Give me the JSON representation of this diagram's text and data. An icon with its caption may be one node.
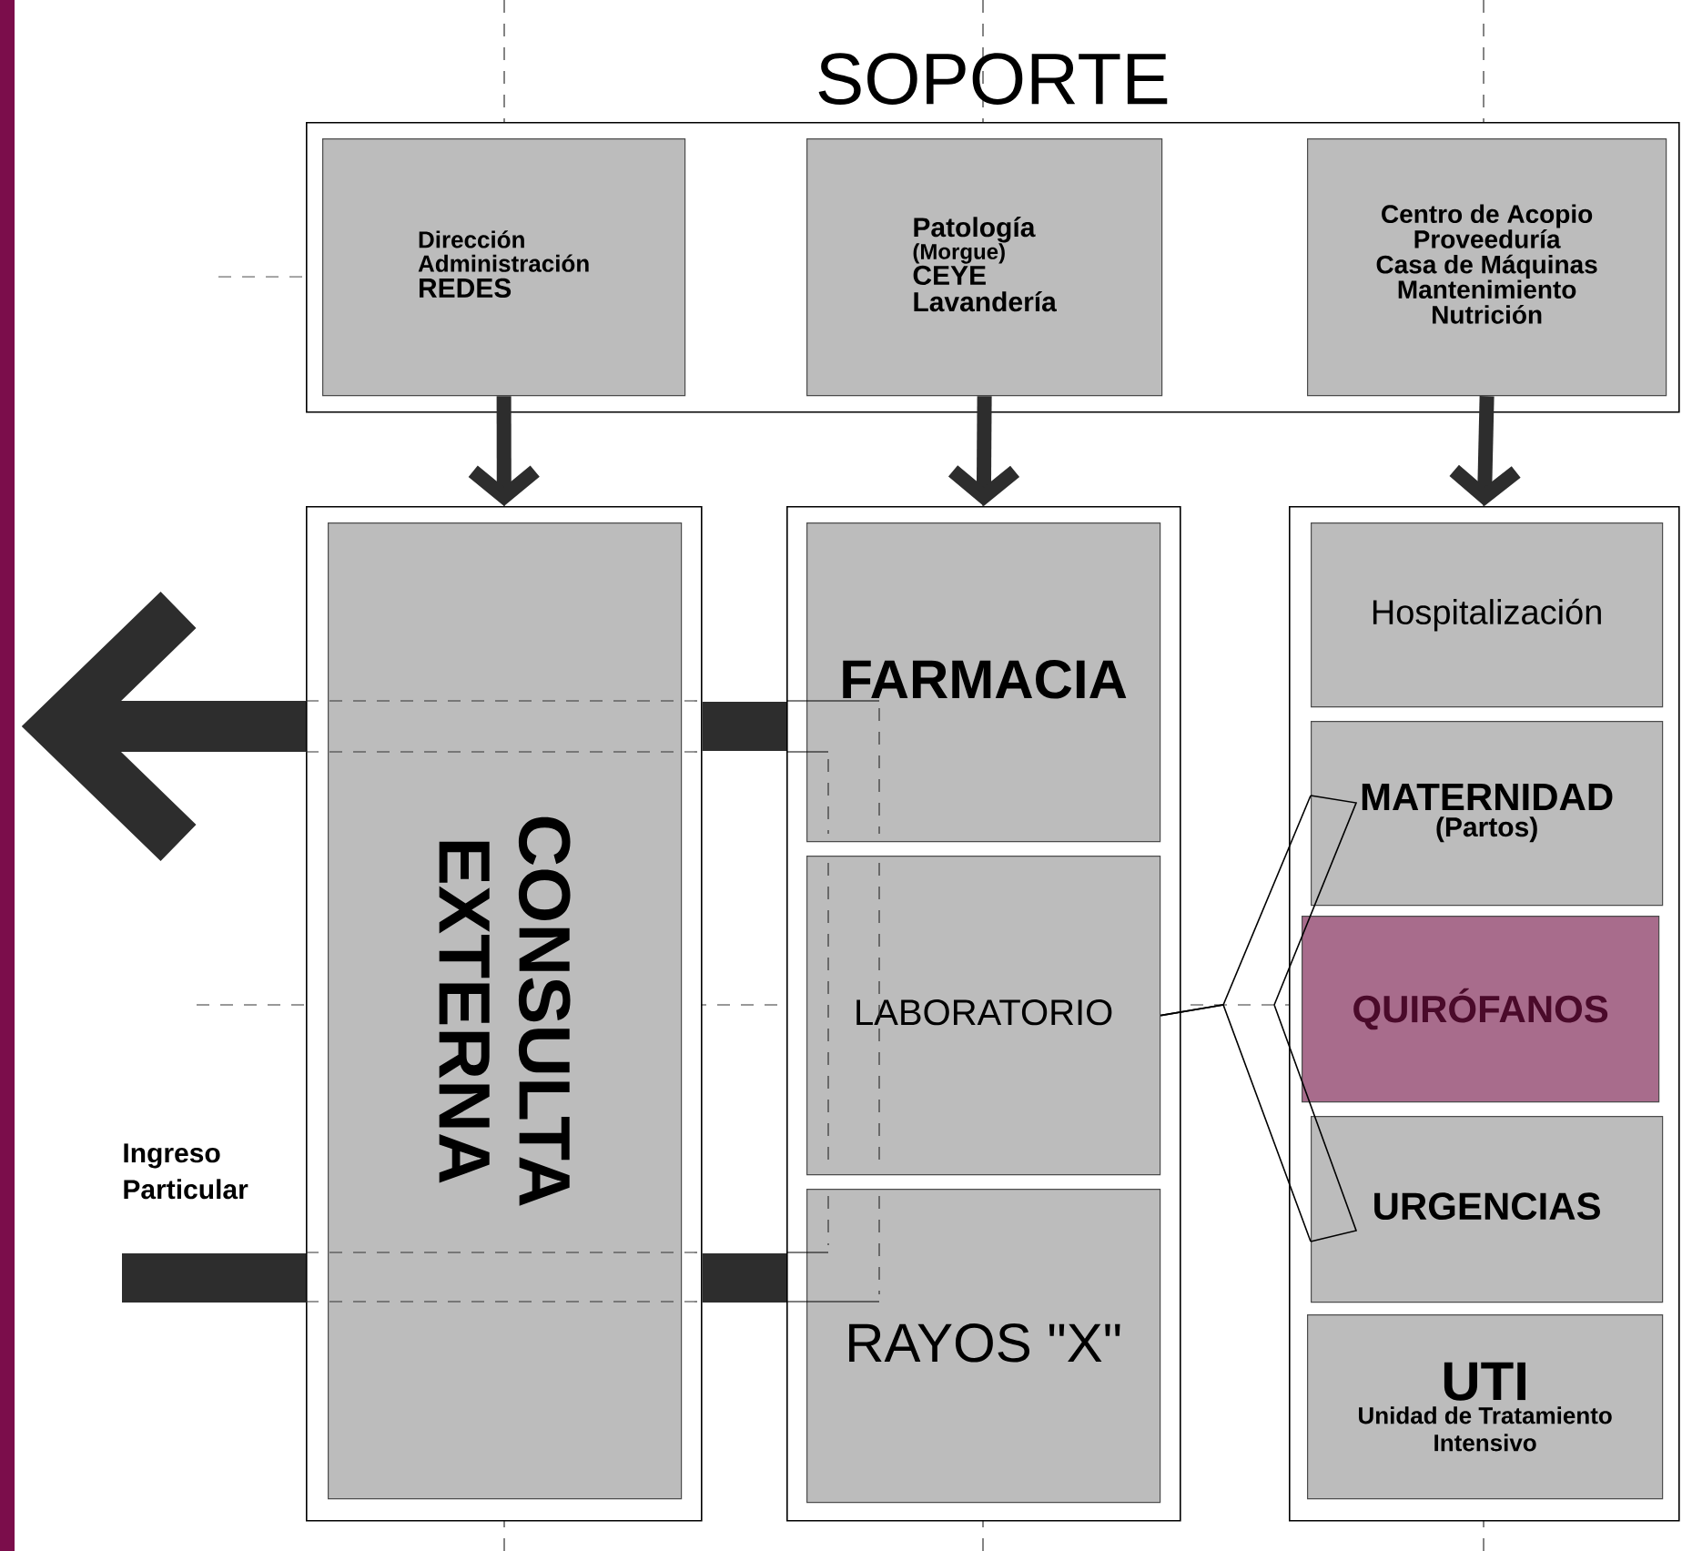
{
  "diagram": {
    "nodes": [
      {
        "text": [
          "SOPORTE"
        ]
      },
      {
        "text": [
          "Dirección",
          "Administración",
          "REDES"
        ],
        "in": 0
      },
      {
        "text": [
          "Patología",
          "(Morgue)",
          "CEYE",
          "Lavandería"
        ],
        "in": 0
      },
      {
        "text": [
          "Centro de Acopio",
          "Proveeduría",
          "Casa de Máquinas",
          "Mantenimiento",
          "Nutrición"
        ],
        "in": 0
      },
      {
        "text": [],
        "shape": "box"
      },
      {
        "text": [
          "CONSULTA EXTERNA"
        ],
        "in": 4
      },
      {
        "text": [],
        "shape": "box"
      },
      {
        "text": [
          "FARMACIA"
        ],
        "in": 6
      },
      {
        "text": [
          "LABORATORIO"
        ],
        "in": 6
      },
      {
        "text": [
          "RAYOS \"X\""
        ],
        "in": 6
      },
      {
        "text": [],
        "shape": "box"
      },
      {
        "text": [
          "Hospitalización"
        ],
        "in": 10
      },
      {
        "text": [
          "MATERNIDAD",
          "(Partos)"
        ],
        "in": 10
      },
      {
        "text": [
          "QUIRÓFANOS"
        ],
        "in": 10
      },
      {
        "text": [
          "URGENCIAS"
        ],
        "in": 10
      },
      {
        "text": [
          "UTI",
          "Unidad de Tratamiento Intensivo"
        ],
        "in": 10
      },
      {
        "text": [
          "Ingreso Particular"
        ]
      }
    ],
    "edges": [
      {
        "from": 1,
        "to": 4,
        "arrow": "to"
      },
      {
        "from": 2,
        "to": 6,
        "arrow": "to"
      },
      {
        "from": 3,
        "to": 10,
        "arrow": "to"
      },
      {
        "from": 4,
        "to": null,
        "arrow": "to",
        "style": "thick"
      },
      {
        "from": 16,
        "to": 4,
        "arrow": "none",
        "style": "thick"
      },
      {
        "from": 4,
        "to": 6,
        "arrow": "none",
        "style": "thick"
      },
      {
        "from": 4,
        "to": 6,
        "arrow": "none",
        "style": "thick"
      },
      {
        "from": 8,
        "to": 12,
        "arrow": "none"
      },
      {
        "from": 8,
        "to": 14,
        "arrow": "none"
      }
    ]
  }
}
